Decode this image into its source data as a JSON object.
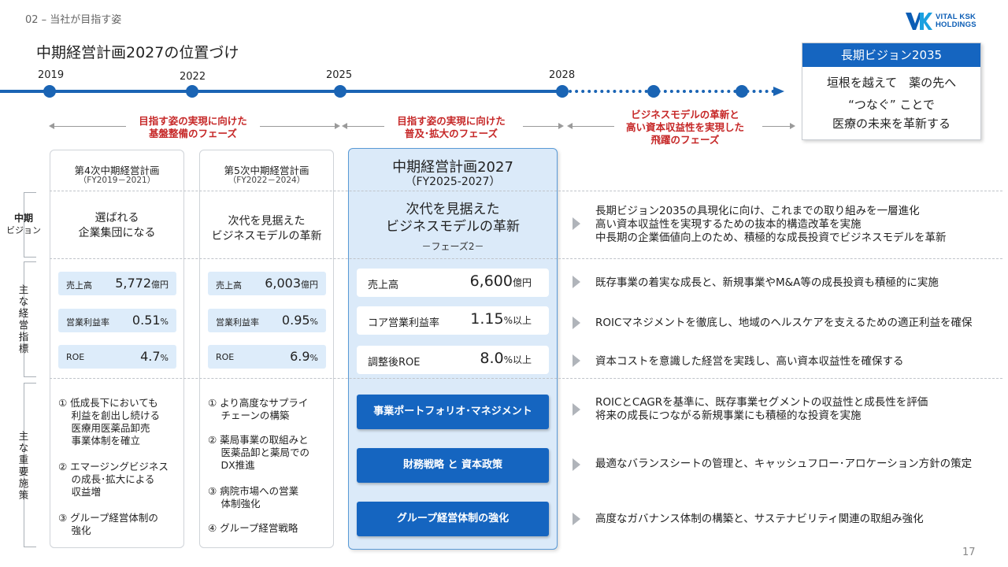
{
  "header": {
    "section": "02 – 当社が目指す姿",
    "title": "中期経営計画2027の位置づけ",
    "logo_text_1": "VITAL KSK",
    "logo_text_2": "HOLDINGS"
  },
  "timeline": {
    "years": [
      "2019",
      "2022",
      "2025",
      "2028"
    ]
  },
  "vision_box": {
    "title": "長期ビジョン2035",
    "line1": "垣根を越えて　薬の先へ",
    "line2": "“つなぐ” ことで",
    "line3": "医療の未来を革新する"
  },
  "phases": {
    "p1_line1": "目指す姿の実現に向けた",
    "p1_line2": "基盤整備のフェーズ",
    "p2_line1": "目指す姿の実現に向けた",
    "p2_line2": "普及･拡大のフェーズ",
    "p3_line1": "ビジネスモデルの革新と",
    "p3_line2": "高い資本収益性を実現した",
    "p3_line3": "飛躍のフェーズ"
  },
  "row_labels": {
    "vision_1": "中期",
    "vision_2": "ビジョン",
    "kpi": [
      "主",
      "な",
      "経",
      "営",
      "指",
      "標"
    ],
    "initiatives": [
      "主",
      "な",
      "重",
      "要",
      "施",
      "策"
    ]
  },
  "plan4": {
    "title": "第4次中期経営計画",
    "period": "（FY2019－2021）",
    "vision_1": "選ばれる",
    "vision_2": "企業集団になる",
    "kpis": [
      {
        "label": "売上高",
        "value": "5,772",
        "unit": "億円"
      },
      {
        "label": "営業利益率",
        "value": "0.51",
        "unit": "%"
      },
      {
        "label": "ROE",
        "value": "4.7",
        "unit": "%"
      }
    ],
    "init1": [
      "① 低成長下においても",
      "　 利益を創出し続ける",
      "　 医療用医薬品卸売",
      "　 事業体制を確立"
    ],
    "init2": [
      "② エマージングビジネス",
      "　 の成長･拡大による",
      "　 収益増"
    ],
    "init3": [
      "③ グループ経営体制の",
      "　 強化"
    ]
  },
  "plan5": {
    "title": "第5次中期経営計画",
    "period": "（FY2022－2024）",
    "vision_1": "次代を見据えた",
    "vision_2": "ビジネスモデルの革新",
    "kpis": [
      {
        "label": "売上高",
        "value": "6,003",
        "unit": "億円"
      },
      {
        "label": "営業利益率",
        "value": "0.95",
        "unit": "%"
      },
      {
        "label": "ROE",
        "value": "6.9",
        "unit": "%"
      }
    ],
    "init1": [
      "① より高度なサプライ",
      "　 チェーンの構築"
    ],
    "init2": [
      "② 薬局事業の取組みと",
      "　 医薬品卸と薬局での",
      "　 DX推進"
    ],
    "init3": [
      "③ 病院市場への営業",
      "　 体制強化"
    ],
    "init4": [
      "④ グループ経営戦略"
    ]
  },
  "plan2027": {
    "title": "中期経営計画2027",
    "period": "（FY2025-2027）",
    "vision_1": "次代を見据えた",
    "vision_2": "ビジネスモデルの革新",
    "vision_3": "－フェーズ2－",
    "kpis": [
      {
        "label": "売上高",
        "value": "6,600",
        "unit": "億円"
      },
      {
        "label": "コア営業利益率",
        "value": "1.15",
        "unit": "%以上"
      },
      {
        "label": "調整後ROE",
        "value": "8.0",
        "unit": "%以上"
      }
    ],
    "buttons": [
      "事業ポートフォリオ･マネジメント",
      "財務戦略 と 資本政策",
      "グループ経営体制の強化"
    ]
  },
  "right": {
    "vision": [
      "長期ビジョン2035の具現化に向け、これまでの取り組みを一層進化",
      "高い資本収益性を実現するための抜本的構造改革を実施",
      "中長期の企業価値向上のため、積極的な成長投資でビジネスモデルを革新"
    ],
    "kpi1": "既存事業の着実な成長と、新規事業やM&A等の成長投資も積極的に実施",
    "kpi2": "ROICマネジメントを徹底し、地域のヘルスケアを支えるための適正利益を確保",
    "kpi3": "資本コストを意識した経営を実践し、高い資本収益性を確保する",
    "init1": [
      "ROICとCAGRを基準に、既存事業セグメントの収益性と成長性を評価",
      "将来の成長につながる新規事業にも積極的な投資を実施"
    ],
    "init2": "最適なバランスシートの管理と、キャッシュフロー･アロケーション方針の策定",
    "init3": "高度なガバナンス体制の構築と、サステナビリティ関連の取組み強化"
  },
  "page_number": "17",
  "colors": {
    "brand_blue": "#1565c0",
    "phase_red": "#c62828",
    "kpi_bg": "#ddecfa"
  }
}
